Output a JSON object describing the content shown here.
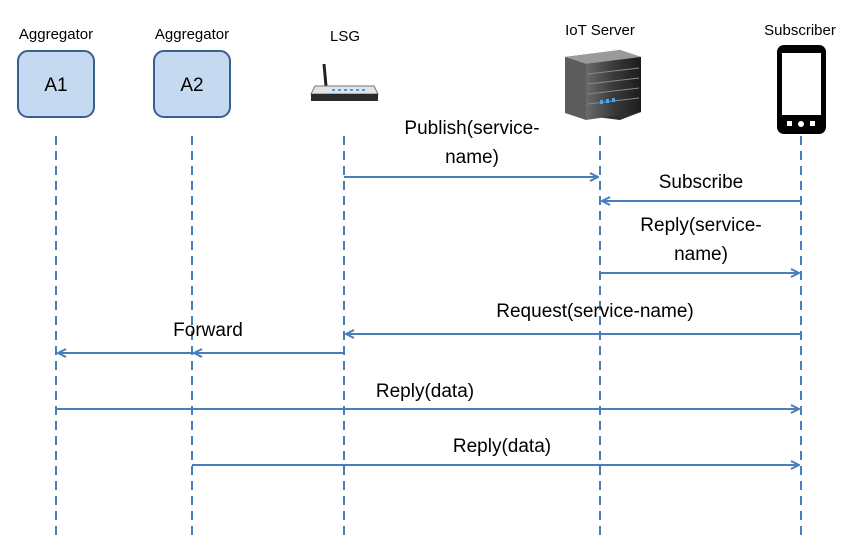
{
  "actors": [
    {
      "id": "a1",
      "label": "Aggregator",
      "box_text": "A1"
    },
    {
      "id": "a2",
      "label": "Aggregator",
      "box_text": "A2"
    },
    {
      "id": "lsg",
      "label": "LSG",
      "icon": "router-icon"
    },
    {
      "id": "iot",
      "label": "IoT Server",
      "icon": "server-icon"
    },
    {
      "id": "sub",
      "label": "Subscriber",
      "icon": "smartphone-icon"
    }
  ],
  "messages": [
    {
      "id": "publish",
      "lines": [
        "Publish(service-",
        "name)"
      ]
    },
    {
      "id": "subscribe",
      "lines": [
        "Subscribe"
      ]
    },
    {
      "id": "reply-service",
      "lines": [
        "Reply(service-",
        "name)"
      ]
    },
    {
      "id": "request",
      "lines": [
        "Request(service-name)"
      ]
    },
    {
      "id": "forward",
      "lines": [
        "Forward"
      ]
    },
    {
      "id": "reply-data-1",
      "lines": [
        "Reply(data)"
      ]
    },
    {
      "id": "reply-data-2",
      "lines": [
        "Reply(data)"
      ]
    }
  ],
  "colors": {
    "line": "#4a7ebb",
    "box_fill": "#c5d9f1",
    "box_stroke": "#3b5f8f"
  }
}
